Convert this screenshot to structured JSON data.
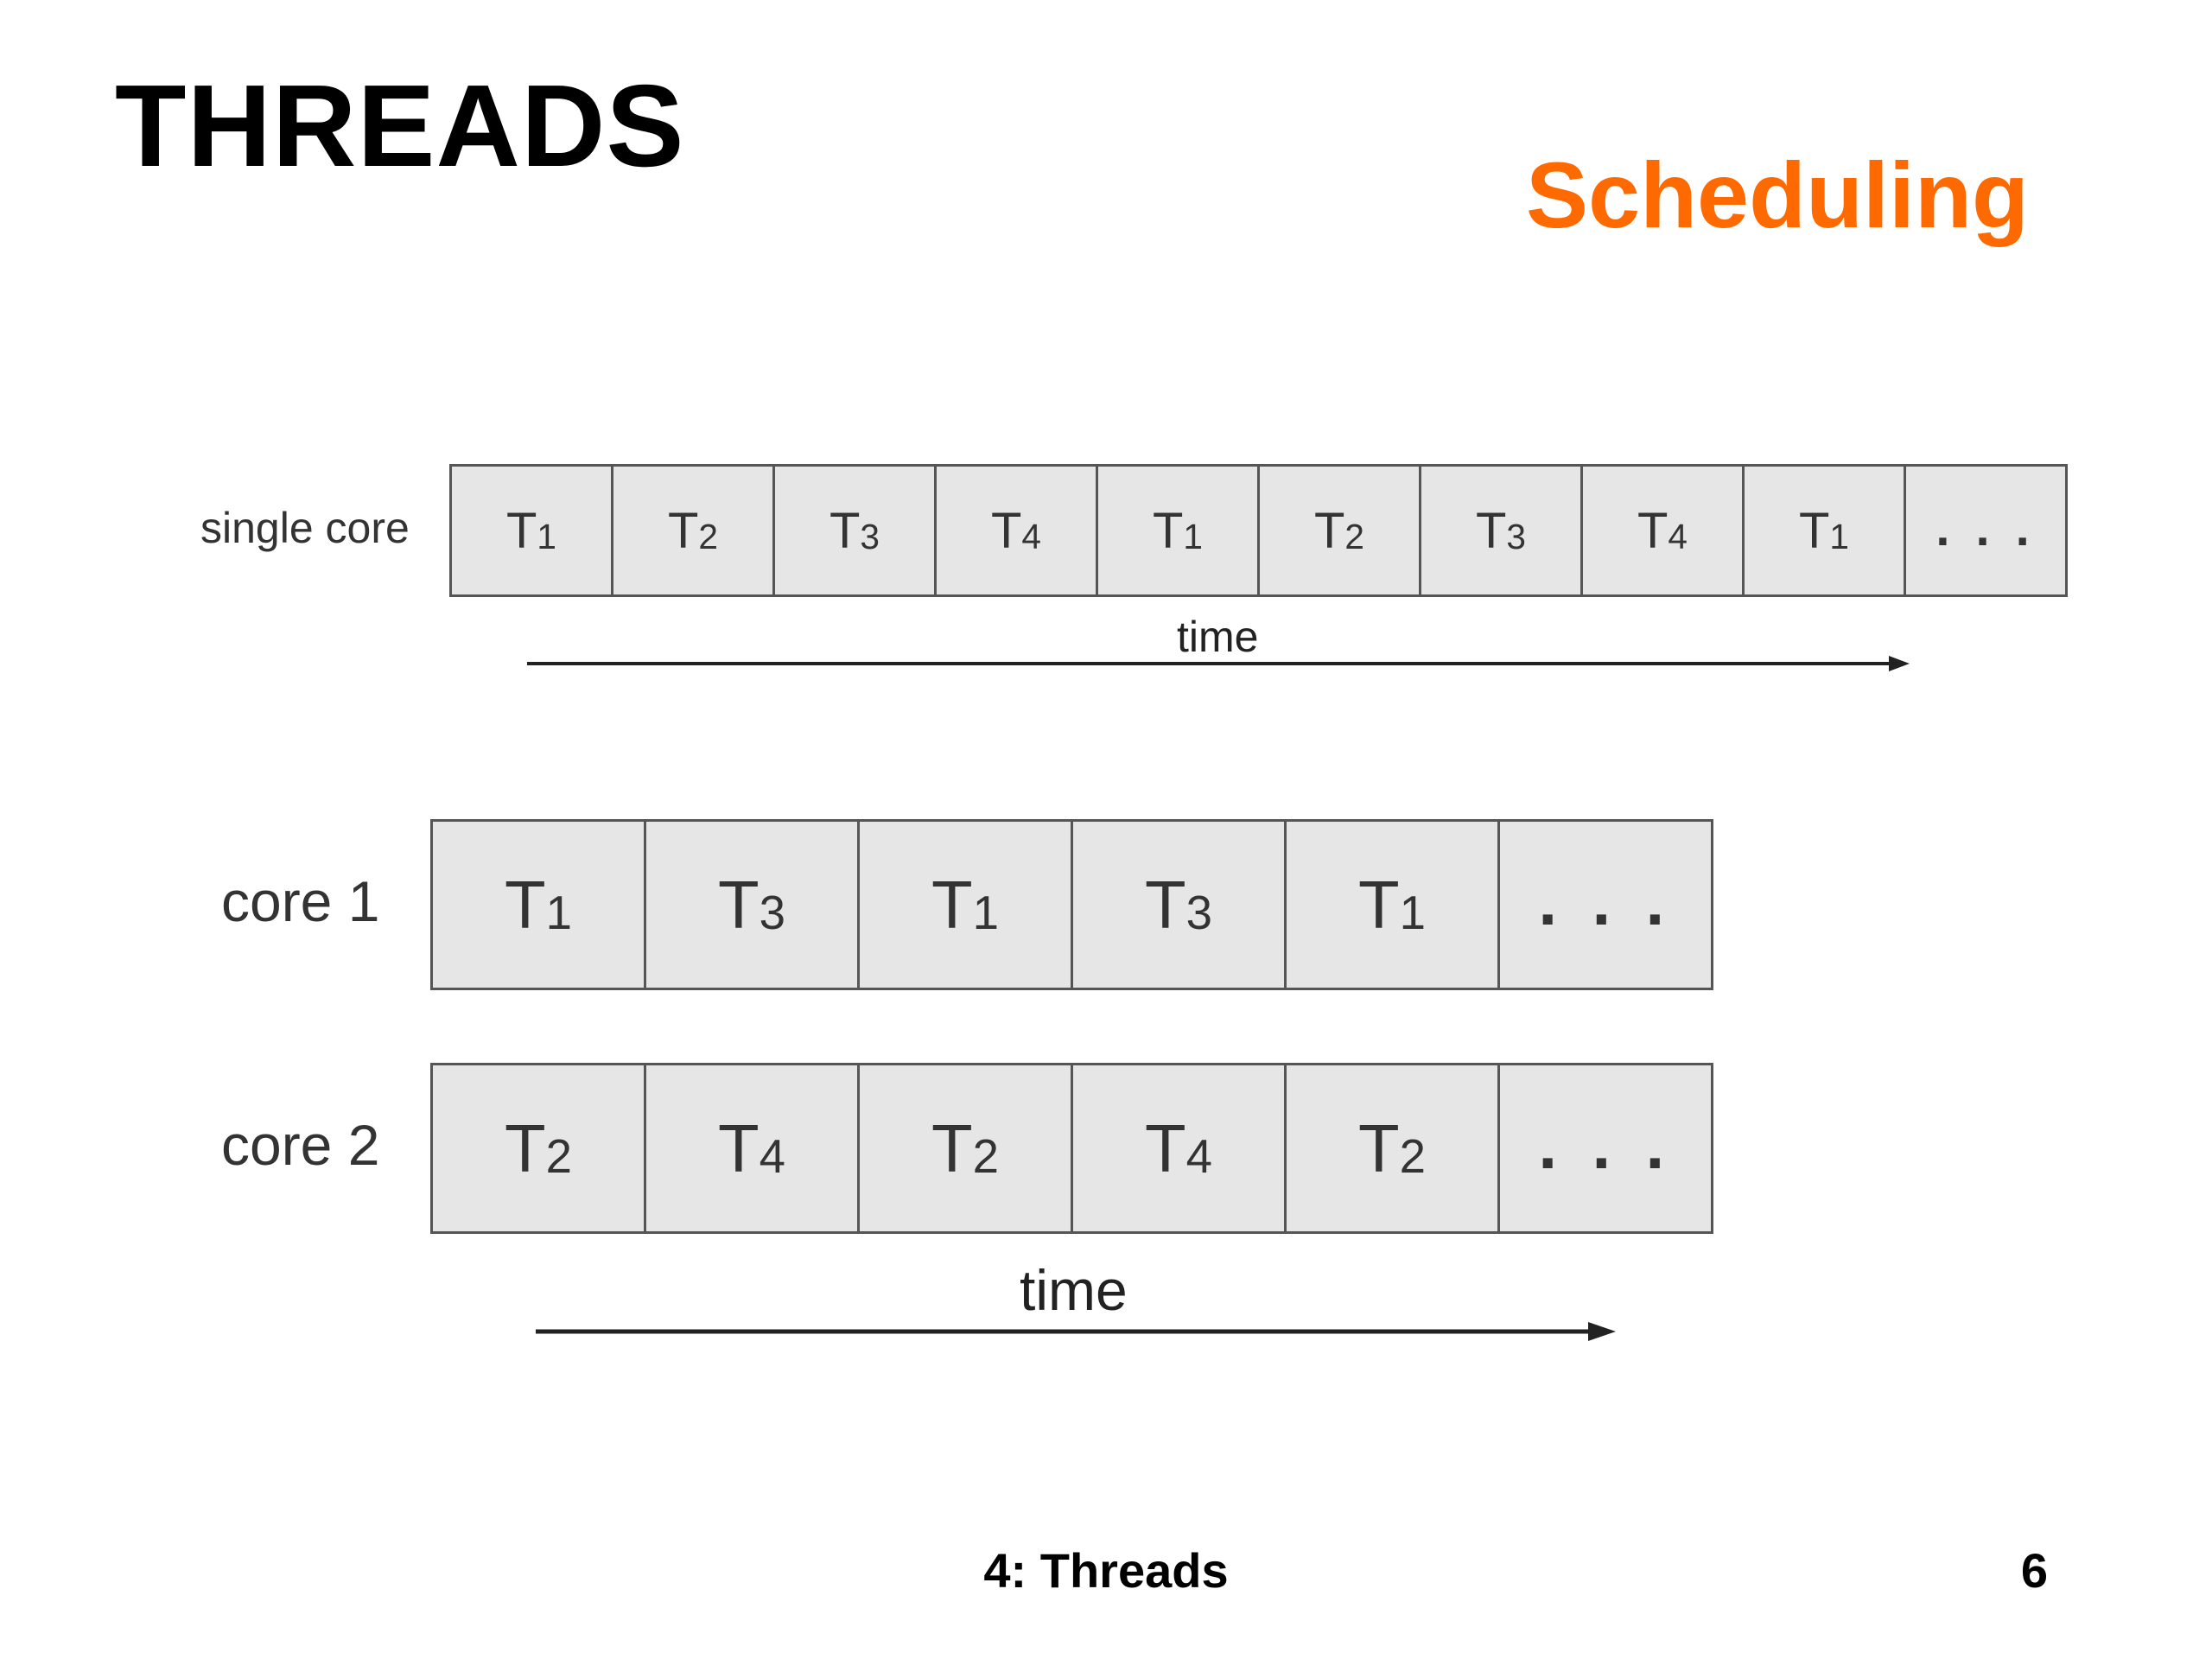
{
  "slide": {
    "title": "THREADS",
    "subtitle": "Scheduling",
    "subtitle_color": "#ff6a00",
    "footer": "4: Threads",
    "page_number": "6"
  },
  "single_core": {
    "label": "single core",
    "cells": [
      {
        "t": "T",
        "n": "1"
      },
      {
        "t": "T",
        "n": "2"
      },
      {
        "t": "T",
        "n": "3"
      },
      {
        "t": "T",
        "n": "4"
      },
      {
        "t": "T",
        "n": "1"
      },
      {
        "t": "T",
        "n": "2"
      },
      {
        "t": "T",
        "n": "3"
      },
      {
        "t": "T",
        "n": "4"
      },
      {
        "t": "T",
        "n": "1"
      },
      {
        "t": ". . .",
        "n": ""
      }
    ],
    "axis_label": "time"
  },
  "multi_core": {
    "cores": [
      {
        "label": "core 1",
        "cells": [
          {
            "t": "T",
            "n": "1"
          },
          {
            "t": "T",
            "n": "3"
          },
          {
            "t": "T",
            "n": "1"
          },
          {
            "t": "T",
            "n": "3"
          },
          {
            "t": "T",
            "n": "1"
          },
          {
            "t": ". . .",
            "n": ""
          }
        ]
      },
      {
        "label": "core 2",
        "cells": [
          {
            "t": "T",
            "n": "2"
          },
          {
            "t": "T",
            "n": "4"
          },
          {
            "t": "T",
            "n": "2"
          },
          {
            "t": "T",
            "n": "4"
          },
          {
            "t": "T",
            "n": "2"
          },
          {
            "t": ". . .",
            "n": ""
          }
        ]
      }
    ],
    "axis_label": "time"
  },
  "colors": {
    "cell_fill": "#e6e6e6",
    "cell_border": "#555555",
    "arrow": "#222222"
  }
}
